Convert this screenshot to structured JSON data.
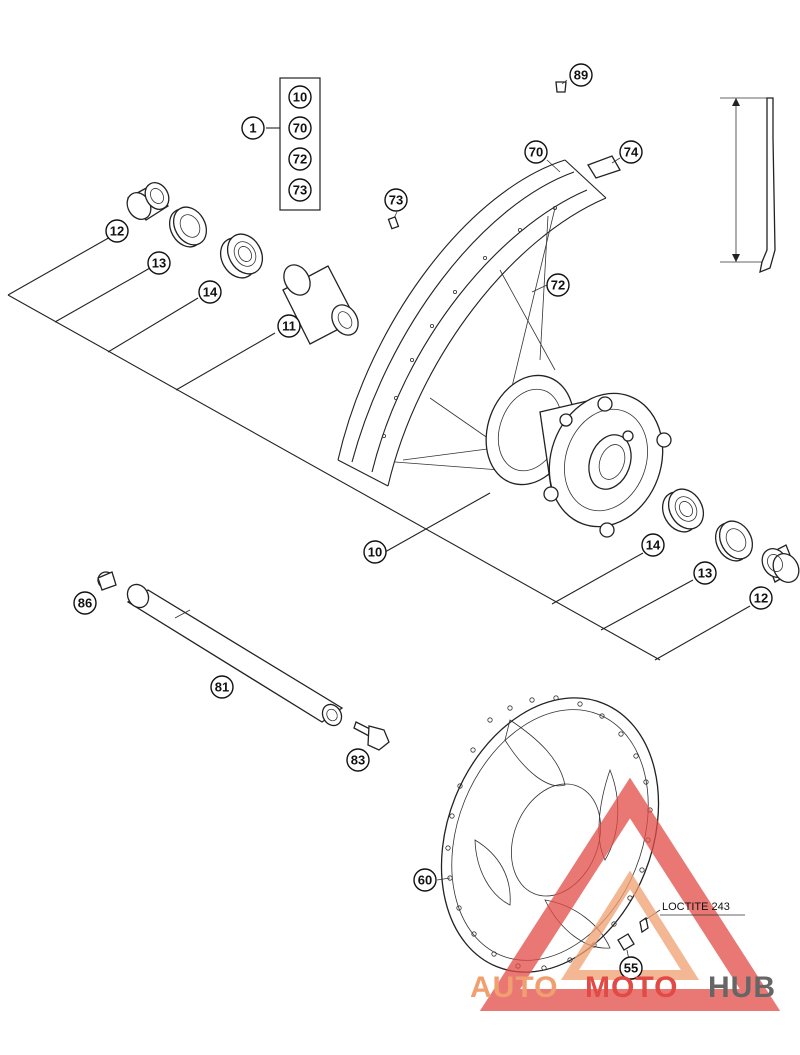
{
  "callouts": {
    "c1": "1",
    "c10a": "10",
    "c70a": "70",
    "c72a": "72",
    "c73a": "73",
    "c89": "89",
    "c70b": "70",
    "c74": "74",
    "c73b": "73",
    "c72b": "72",
    "c12a": "12",
    "c13a": "13",
    "c14a": "14",
    "c11": "11",
    "c10b": "10",
    "c14b": "14",
    "c13b": "13",
    "c12b": "12",
    "c86": "86",
    "c81": "81",
    "c83": "83",
    "c60": "60",
    "c55": "55"
  },
  "note": {
    "loctite": "LOCTITE 243"
  },
  "watermark": {
    "auto": "AUTO",
    "moto": "MOTO",
    "hub": "HUB"
  },
  "colors": {
    "watermark_red": "#e24a45",
    "watermark_orange": "#f0a070",
    "watermark_gray": "#666666"
  }
}
